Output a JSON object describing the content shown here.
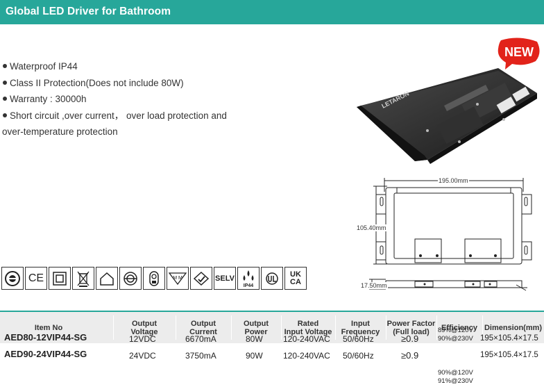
{
  "header": {
    "title": "Global LED Driver for Bathroom"
  },
  "features": [
    "Waterproof IP44",
    "Class II Protection(Does not include 80W)",
    "Warranty : 30000h",
    "Short circuit ,over current， over load protection and",
    "over-temperature protection"
  ],
  "badge": {
    "text": "NEW",
    "color": "#e2231a"
  },
  "product": {
    "brand": "LETARON"
  },
  "drawing": {
    "width_label": "195.00mm",
    "height_label": "105.40mm",
    "depth_label": "17.50mm"
  },
  "certifications": [
    "ccc-mark-icon",
    "ce-icon",
    "double-square-icon",
    "weee-bin-icon",
    "house-icon",
    "class-ii-circle-icon",
    "lamp-icon",
    "mm-icon",
    "rcm-icon",
    "SELV",
    "IP44",
    "ul-icon",
    "UK CA"
  ],
  "cert_text": {
    "selv": "SELV",
    "ip44": "IP44",
    "ukca_1": "UK",
    "ukca_2": "CA",
    "ce": "CE",
    "mm": "M M"
  },
  "table": {
    "headers": [
      {
        "line1": "Item No",
        "line2": ""
      },
      {
        "line1": "Output",
        "line2": "Voltage"
      },
      {
        "line1": "Output",
        "line2": "Current"
      },
      {
        "line1": "Output",
        "line2": "Power"
      },
      {
        "line1": "Rated",
        "line2": "Input Voltage"
      },
      {
        "line1": "Input",
        "line2": "Frequency"
      },
      {
        "line1": "Power Factor",
        "line2": "(Full load)"
      },
      {
        "line1": "Efficiency",
        "line2": ""
      },
      {
        "line1": "Dimension(mm)",
        "line2": ""
      }
    ],
    "rows": [
      {
        "item": "AED80-12VIP44-SG",
        "voltage": "12VDC",
        "current": "6670mA",
        "power": "80W",
        "input_voltage": "120-240VAC",
        "frequency": "50/60Hz",
        "pf": "≥0.9",
        "efficiency_1": "89%@120V",
        "efficiency_2": "90%@230V",
        "dimension": "195×105.4×17.5"
      },
      {
        "item": "AED90-24VIP44-SG",
        "voltage": "24VDC",
        "current": "3750mA",
        "power": "90W",
        "input_voltage": "120-240VAC",
        "frequency": "50/60Hz",
        "pf": "≥0.9",
        "efficiency_1": "90%@120V",
        "efficiency_2": "91%@230V",
        "dimension": "195×105.4×17.5"
      }
    ]
  }
}
